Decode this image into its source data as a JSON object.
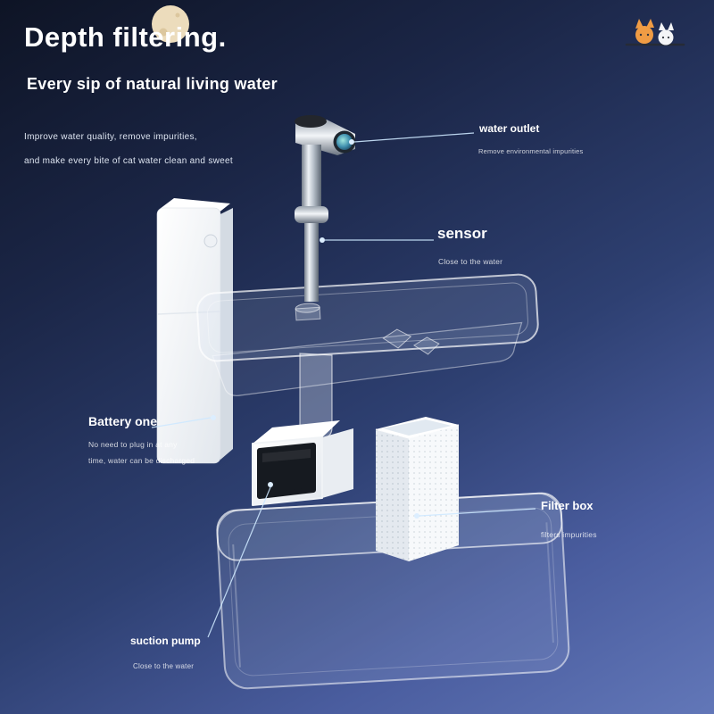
{
  "colors": {
    "background_top": "#0e1425",
    "background_bottom": "#6277b8",
    "text": "#ffffff",
    "leader_line": "#cfe6ff",
    "moon": "#ecdcbc"
  },
  "header": {
    "title": "Depth filtering.",
    "subtitle": "Every sip of natural living water",
    "description_line1": "Improve water quality, remove impurities,",
    "description_line2": "and make every bite of cat water clean and sweet"
  },
  "annotations": {
    "water_outlet": {
      "label": "water outlet",
      "sub": "Remove environmental impurities"
    },
    "sensor": {
      "label": "sensor",
      "sub": "Close to the water"
    },
    "battery": {
      "label": "Battery one",
      "sub_line1": "No need to plug in at any",
      "sub_line2": "time, water can be discharged"
    },
    "filter_box": {
      "label": "Filter box",
      "sub": "filters impurities"
    },
    "suction_pump": {
      "label": "suction pump",
      "sub": "Close to the water"
    }
  }
}
